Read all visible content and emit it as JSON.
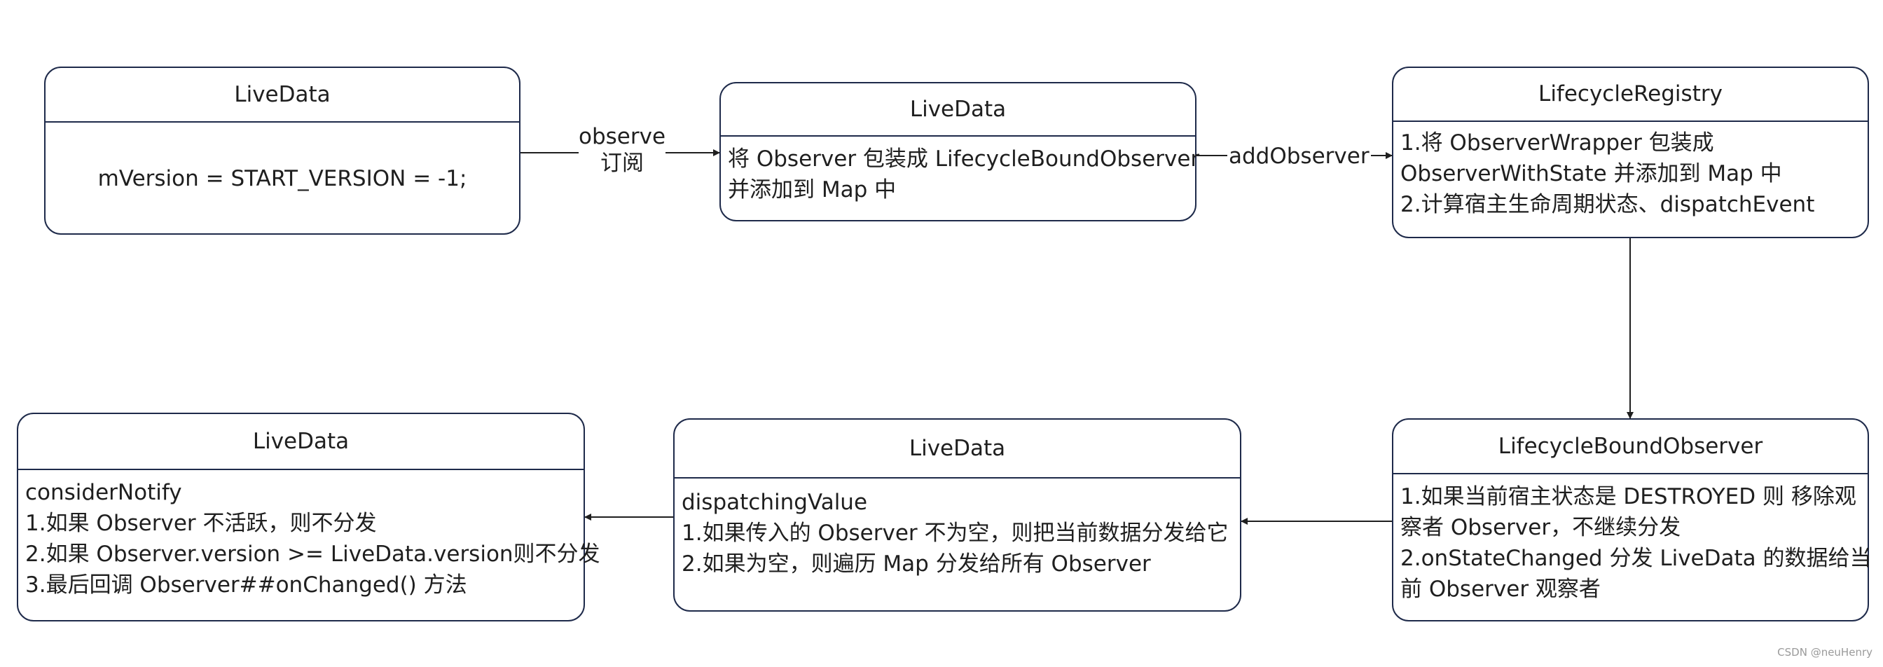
{
  "nodes": {
    "live_data_initial": {
      "title": "LiveData",
      "body": [
        "mVersion = START_VERSION = -1;"
      ]
    },
    "live_data_observe": {
      "title": "LiveData",
      "body": [
        "将 Observer 包装成 LifecycleBoundObserver",
        "并添加到 Map 中"
      ]
    },
    "lifecycle_registry": {
      "title": "LifecycleRegistry",
      "body": [
        "1.将 ObserverWrapper 包装成",
        "ObserverWithState 并添加到 Map 中",
        "2.计算宿主生命周期状态、dispatchEvent"
      ]
    },
    "lifecycle_bound_observer": {
      "title": "LifecycleBoundObserver",
      "body": [
        "1.如果当前宿主状态是 DESTROYED 则 移除观",
        "察者 Observer，不继续分发",
        "2.onStateChanged 分发 LiveData 的数据给当",
        "前 Observer 观察者"
      ]
    },
    "live_data_dispatching": {
      "title": "LiveData",
      "body": [
        "dispatchingValue",
        "1.如果传入的 Observer 不为空，则把当前数据分发给它",
        "2.如果为空，则遍历 Map 分发给所有 Observer"
      ]
    },
    "live_data_consider_notify": {
      "title": "LiveData",
      "body": [
        "considerNotify",
        "1.如果 Observer 不活跃，则不分发",
        "2.如果 Observer.version >= LiveData.version则不分发",
        "3.最后回调 Observer##onChanged() 方法"
      ]
    }
  },
  "edges": {
    "observe_label_line1": "observe",
    "observe_label_line2": "订阅",
    "add_observer_label": "addObserver"
  },
  "colors": {
    "border": "#1e2a4a",
    "arrow": "#1f1f1f",
    "background": "#ffffff"
  },
  "watermark": "CSDN @neuHenry"
}
